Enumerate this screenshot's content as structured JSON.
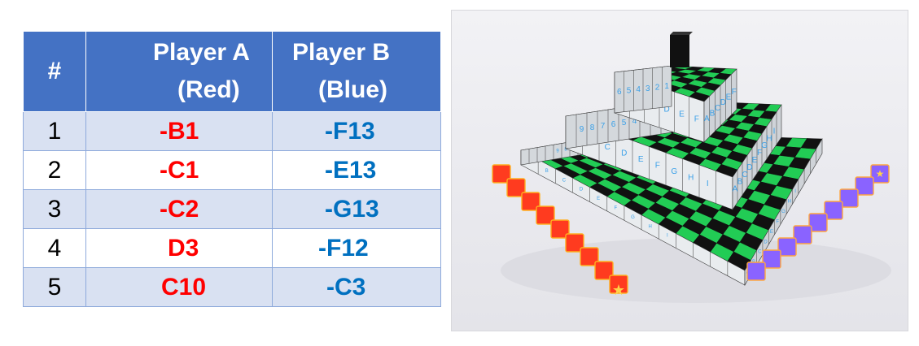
{
  "table": {
    "header": {
      "num": "#",
      "player_a_line1": "Player A",
      "player_a_line2": "(Red)",
      "player_b_line1": "Player B",
      "player_b_line2": "(Blue)"
    },
    "rows": [
      {
        "num": "1",
        "a": "-B1",
        "b": "-F13"
      },
      {
        "num": "2",
        "a": "-C1",
        "b": "-E13"
      },
      {
        "num": "3",
        "a": "-C2",
        "b": "-G13"
      },
      {
        "num": "4",
        "a": "D3",
        "b": "-F12"
      },
      {
        "num": "5",
        "a": "C10",
        "b": "-C3"
      }
    ]
  },
  "colors": {
    "header_bg": "#4472c4",
    "band_bg": "#d9e1f2",
    "player_a": "#ff0000",
    "player_b": "#0070c0",
    "board_green": "#22cc55",
    "board_black": "#111111",
    "red_piece": "#ff3b1f",
    "blue_piece": "#8a63ff"
  },
  "board": {
    "label_letters": [
      "A",
      "B",
      "C",
      "D",
      "E",
      "F",
      "G",
      "H",
      "I"
    ],
    "label_numbers": [
      "1",
      "2",
      "3",
      "4",
      "5",
      "6",
      "7",
      "8",
      "9"
    ]
  }
}
